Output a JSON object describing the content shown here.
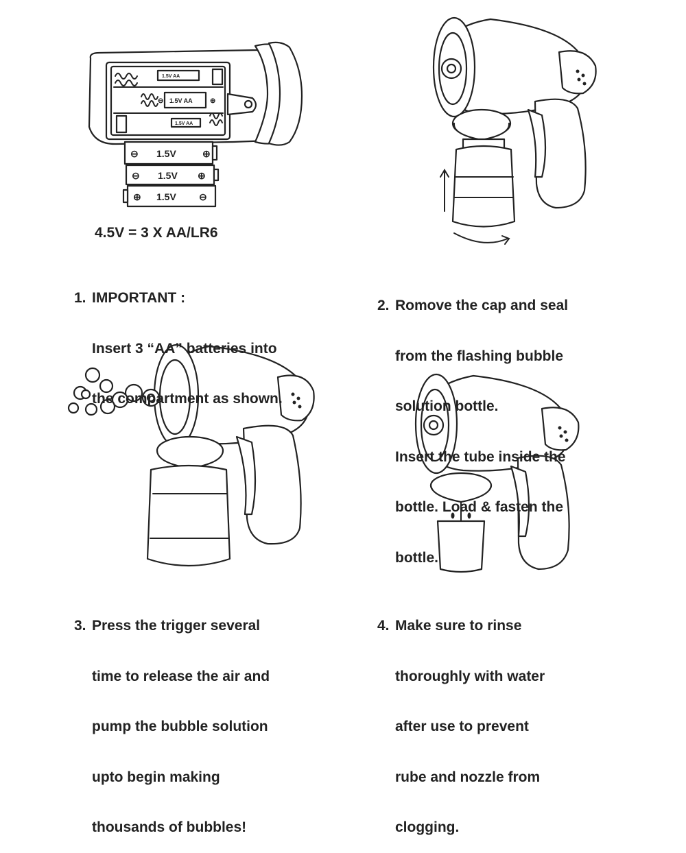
{
  "formula": "4.5V = 3 X AA/LR6",
  "battery_compartment": {
    "slot_top": "1.5V  AA",
    "slot_middle": "1.5V  AA",
    "slot_bottom": "1.5V  AA",
    "loose_battery_1": "1.5V",
    "loose_battery_2": "1.5V",
    "loose_battery_3": "1.5V"
  },
  "steps": [
    {
      "number": "1.",
      "lines": [
        "IMPORTANT :",
        "Insert 3 “AA” batteries into",
        "the compartment as shown."
      ]
    },
    {
      "number": "2.",
      "lines": [
        "Romove the cap and seal",
        "from the flashing bubble",
        "solution bottle.",
        "Insert the tube inside the",
        "bottle. Load & fasten the",
        "bottle."
      ]
    },
    {
      "number": "3.",
      "lines": [
        "Press the trigger several",
        "time to release the air and",
        "pump the bubble solution",
        "upto begin making",
        "thousands of bubbles!"
      ]
    },
    {
      "number": "4.",
      "lines": [
        "Make sure to rinse",
        "thoroughly with water",
        "after use to prevent",
        "rube and nozzle from",
        "clogging."
      ]
    }
  ]
}
